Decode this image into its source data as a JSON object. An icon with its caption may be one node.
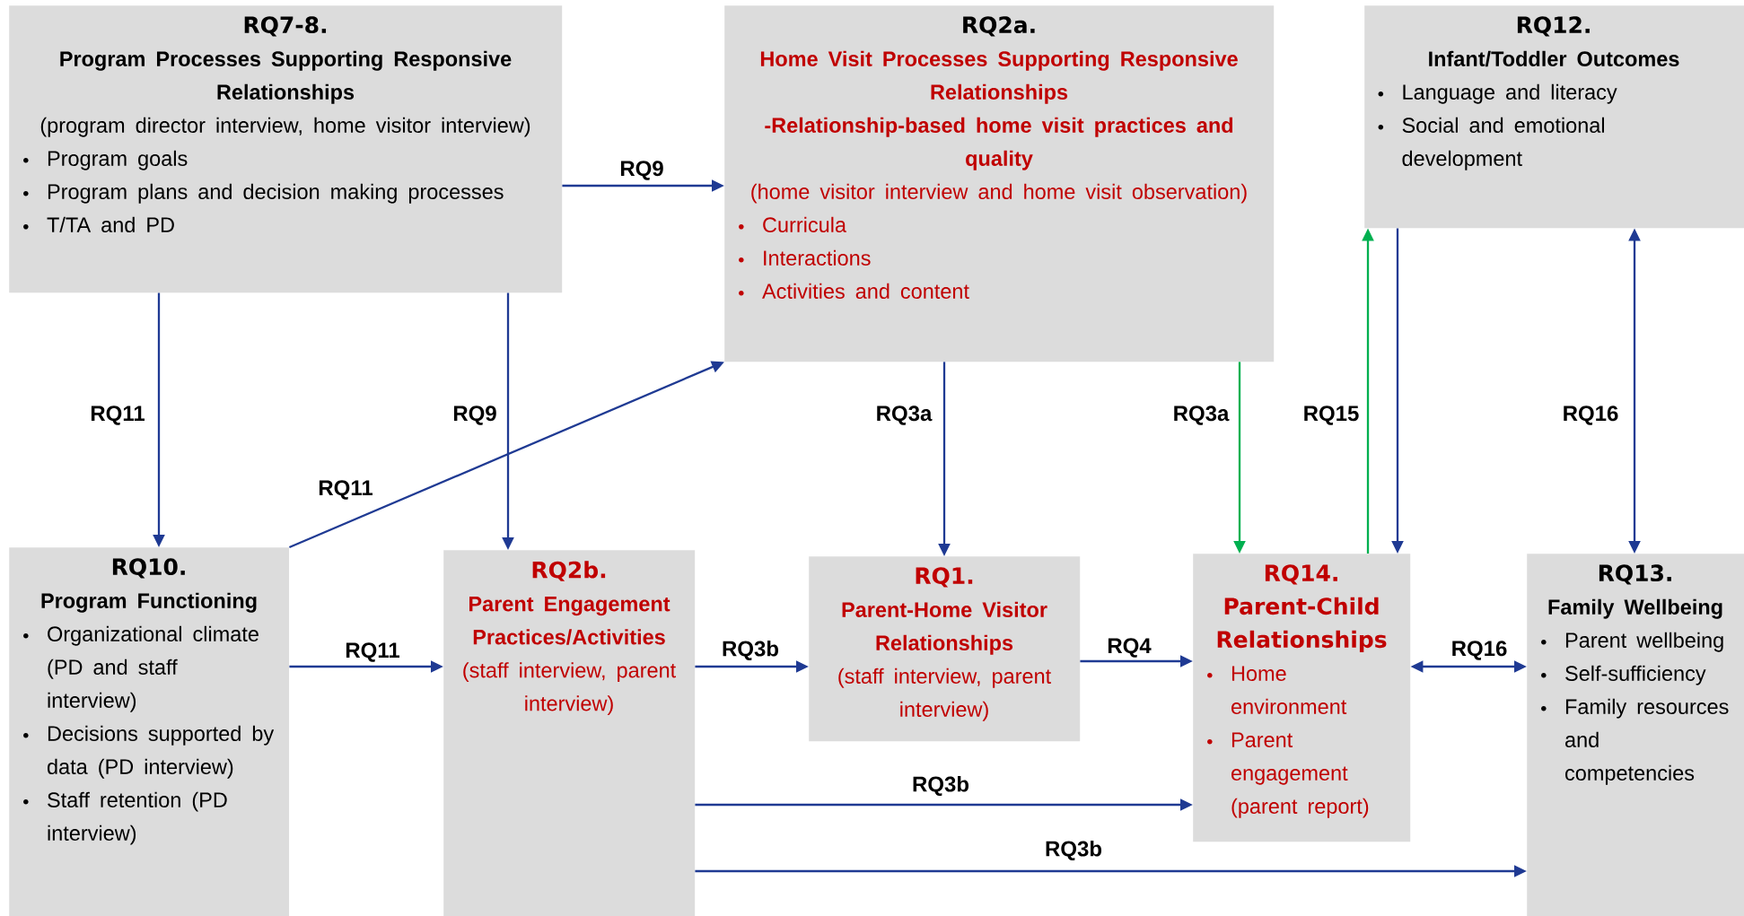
{
  "diagram": {
    "nodes": [
      {
        "text": [
          "RQ7-8.",
          "Program Processes Supporting Responsive Relationships",
          "(program director interview, home visitor interview)",
          "Program goals",
          "Program plans and decision making processes",
          "T/TA and PD"
        ]
      },
      {
        "text": [
          "RQ2a.",
          "Home Visit Processes Supporting Responsive Relationships",
          "-Relationship-based home visit practices and quality",
          "(home visitor interview and home visit observation)",
          "Curricula",
          "Interactions",
          "Activities and content"
        ]
      },
      {
        "text": [
          "RQ12.",
          "Infant/Toddler Outcomes",
          "Language and literacy",
          "Social and emotional development"
        ]
      },
      {
        "text": [
          "RQ10.",
          "Program Functioning",
          "Organizational climate (PD and staff interview)",
          "Decisions supported by data (PD interview)",
          "Staff retention (PD interview)"
        ]
      },
      {
        "text": [
          "RQ2b.",
          "Parent Engagement Practices/Activities",
          "(staff interview, parent interview)"
        ]
      },
      {
        "text": [
          "RQ1.",
          "Parent-Home Visitor Relationships",
          "(staff interview, parent interview)"
        ]
      },
      {
        "text": [
          "RQ14.",
          "Parent-Child Relationships",
          "Home environment",
          "Parent engagement (parent report)"
        ]
      },
      {
        "text": [
          "RQ13.",
          "Family Wellbeing",
          "Parent wellbeing",
          "Self-sufficiency",
          "Family resources and competencies"
        ]
      }
    ],
    "edges": [
      {
        "from": 0,
        "to": 1,
        "arrow": "to",
        "label": "RQ9"
      },
      {
        "from": 0,
        "to": 3,
        "arrow": "to",
        "label": "RQ11"
      },
      {
        "from": 0,
        "to": 4,
        "arrow": "to",
        "label": "RQ9"
      },
      {
        "from": 3,
        "to": 1,
        "arrow": "to",
        "label": "RQ11"
      },
      {
        "from": 3,
        "to": 4,
        "arrow": "to",
        "label": "RQ11"
      },
      {
        "from": 1,
        "to": 5,
        "arrow": "to",
        "label": "RQ3a"
      },
      {
        "from": 1,
        "to": 6,
        "arrow": "to",
        "label": "RQ3a",
        "color": "#00b050"
      },
      {
        "from": 6,
        "to": 2,
        "arrow": "to",
        "label": "RQ15",
        "color": "#00b050"
      },
      {
        "from": 2,
        "to": 6,
        "arrow": "to"
      },
      {
        "from": 2,
        "to": 7,
        "arrow": "both",
        "label": "RQ16"
      },
      {
        "from": 4,
        "to": 5,
        "arrow": "to",
        "label": "RQ3b"
      },
      {
        "from": 5,
        "to": 6,
        "arrow": "to",
        "label": "RQ4"
      },
      {
        "from": 6,
        "to": 7,
        "arrow": "both",
        "label": "RQ16"
      },
      {
        "from": 4,
        "to": 6,
        "arrow": "to",
        "label": "RQ3b"
      },
      {
        "from": 4,
        "to": 7,
        "arrow": "to",
        "label": "RQ3b"
      }
    ]
  }
}
